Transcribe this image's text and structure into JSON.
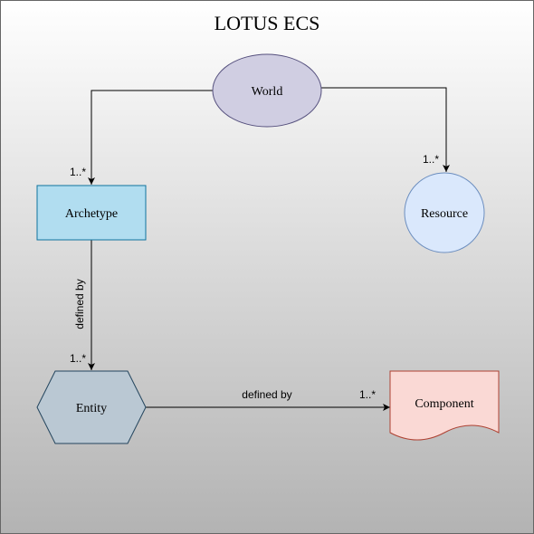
{
  "diagram": {
    "title": "LOTUS ECS",
    "nodes": {
      "world": {
        "label": "World",
        "shape": "ellipse",
        "fill": "#d0cee2",
        "stroke": "#56517e"
      },
      "archetype": {
        "label": "Archetype",
        "shape": "rectangle",
        "fill": "#b1ddf0",
        "stroke": "#10739e"
      },
      "resource": {
        "label": "Resource",
        "shape": "circle",
        "fill": "#dae8fc",
        "stroke": "#6c8ebf"
      },
      "entity": {
        "label": "Entity",
        "shape": "hexagon",
        "fill": "#bac8d3",
        "stroke": "#23445d"
      },
      "component": {
        "label": "Component",
        "shape": "document",
        "fill": "#fad9d5",
        "stroke": "#ae4132"
      }
    },
    "edges": [
      {
        "from": "World",
        "to": "Archetype",
        "label": "",
        "multiplicity": "1..*"
      },
      {
        "from": "World",
        "to": "Resource",
        "label": "",
        "multiplicity": "1..*"
      },
      {
        "from": "Archetype",
        "to": "Entity",
        "label": "defined by",
        "multiplicity": "1..*"
      },
      {
        "from": "Entity",
        "to": "Component",
        "label": "defined by",
        "multiplicity": "1..*"
      }
    ]
  }
}
